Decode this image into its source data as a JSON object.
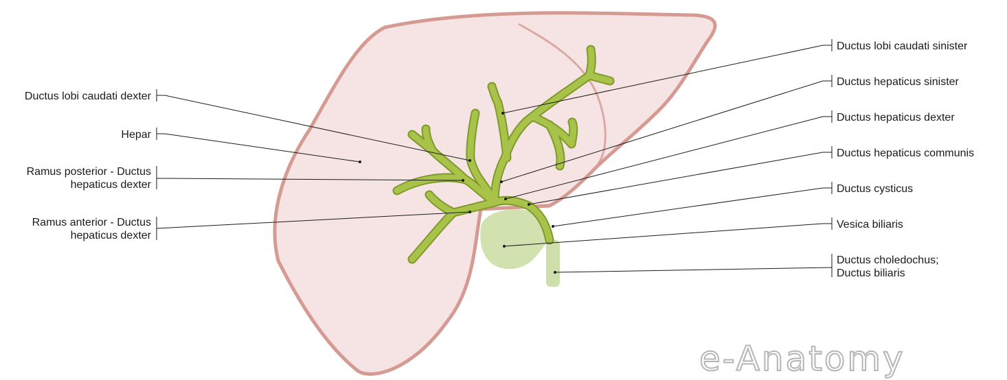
{
  "labels_left": [
    {
      "lines": [
        "Ductus lobi caudati dexter"
      ]
    },
    {
      "lines": [
        "Hepar"
      ]
    },
    {
      "lines": [
        "Ramus posterior - Ductus",
        "hepaticus dexter"
      ]
    },
    {
      "lines": [
        "Ramus anterior - Ductus",
        "hepaticus dexter"
      ]
    }
  ],
  "labels_right": [
    {
      "lines": [
        "Ductus lobi caudati sinister"
      ]
    },
    {
      "lines": [
        "Ductus hepaticus sinister"
      ]
    },
    {
      "lines": [
        "Ductus hepaticus dexter"
      ]
    },
    {
      "lines": [
        "Ductus hepaticus communis"
      ]
    },
    {
      "lines": [
        "Ductus cysticus"
      ]
    },
    {
      "lines": [
        "Vesica biliaris"
      ]
    },
    {
      "lines": [
        "Ductus choledochus;",
        "Ductus biliaris"
      ]
    }
  ],
  "watermark": "e-Anatomy",
  "colors": {
    "liver_fill": "#f6e4e4",
    "liver_outline": "#d59a92",
    "duct_green": "#a9c34a",
    "duct_dark": "#7d9a2a",
    "gallbladder": "#c9dca2",
    "leader_line": "#1a1a1a"
  }
}
